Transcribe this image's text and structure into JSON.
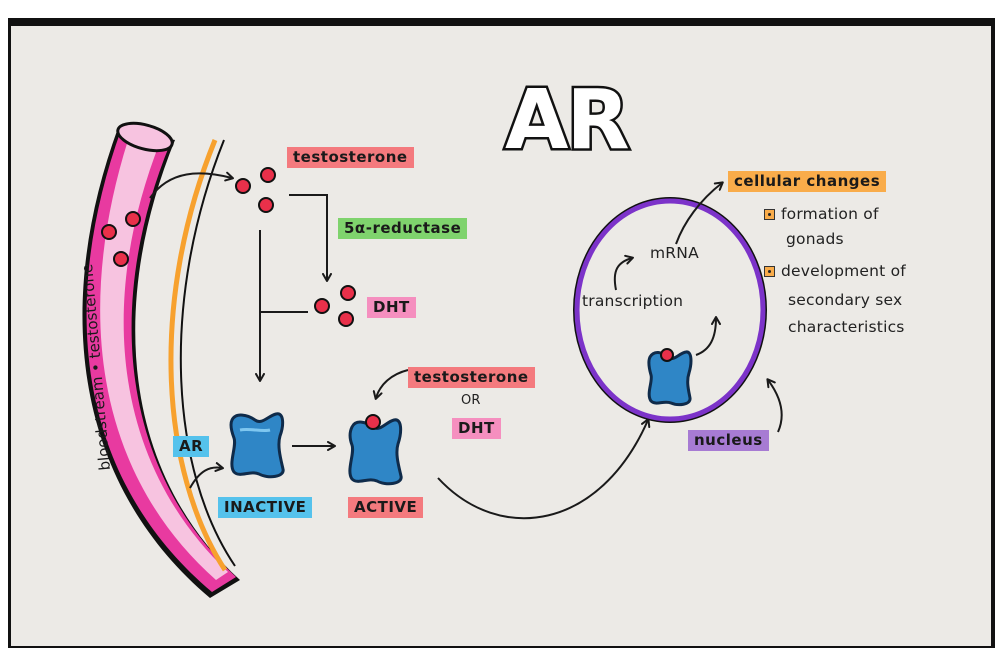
{
  "title": "AR",
  "labels": {
    "testosterone_top": "testosterone",
    "reductase": "5α-reductase",
    "dht_mid": "DHT",
    "testosterone_right": "testosterone",
    "or": "OR",
    "dht_right": "DHT",
    "ar": "AR",
    "inactive": "INACTIVE",
    "active": "ACTIVE",
    "nucleus": "nucleus",
    "mrna": "mRNA",
    "transcription": "transcription",
    "cellular_changes": "cellular changes",
    "change_1_line1": "formation of",
    "change_1_line2": "gonads",
    "change_2_line1": "development of",
    "change_2_line2": "secondary sex",
    "change_2_line3": "characteristics",
    "vessel_text": "bloodstream • testosterone"
  },
  "colors": {
    "testosterone_highlight": "#f47a7e",
    "reductase_highlight": "#7fd36d",
    "dht_highlight": "#f58fbf",
    "ar_highlight": "#55c2ec",
    "cellular_highlight": "#f9ac4a",
    "nucleus_highlight": "#a77bd3",
    "vessel_pink": "#e83aa0",
    "vessel_orange": "#f7a12e",
    "receptor_blue": "#2f86c6",
    "molecule_red": "#e9304a"
  }
}
